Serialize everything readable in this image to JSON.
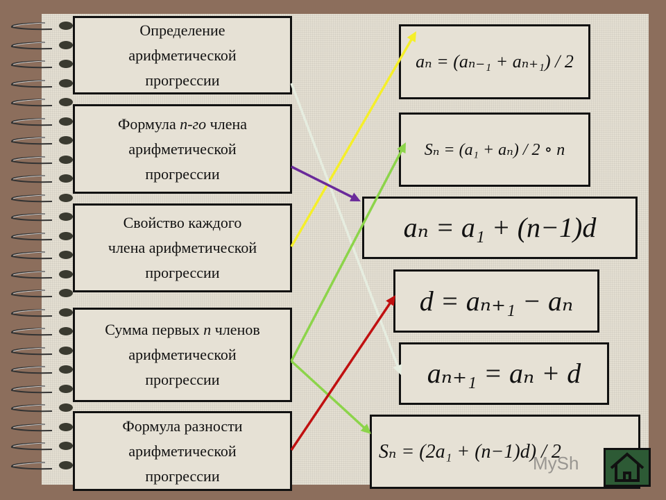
{
  "concepts": [
    {
      "lines": [
        "Определение",
        "арифметической",
        "прогрессии"
      ]
    },
    {
      "pre": "Формула ",
      "italic": "n-го",
      "post": " члена",
      "lines": [
        "арифметической",
        "прогрессии"
      ]
    },
    {
      "lines": [
        "Свойство каждого",
        "члена арифметической",
        "прогрессии"
      ]
    },
    {
      "pre": "Сумма первых ",
      "italic": "n",
      "post": " членов",
      "lines": [
        "арифметической",
        "прогрессии"
      ]
    },
    {
      "lines": [
        "Формула   разности",
        "арифметической",
        "прогрессии"
      ]
    }
  ],
  "formulas": {
    "f1": "aₙ = (aₙ₋₁ + aₙ₊₁) / 2",
    "f2": "Sₙ = (a₁ + aₙ) / 2 ∘ n",
    "f3": "aₙ = a₁ + (n−1)d",
    "f4": "d = aₙ₊₁ − aₙ",
    "f5": "aₙ₊₁ = aₙ + d",
    "f6": "Sₙ = (2a₁ + (n−1)d) / 2"
  },
  "arrow_colors": {
    "yellow": "#f5ef2a",
    "white": "#e6ede0",
    "purple": "#6a2a9a",
    "green": "#8cd44a",
    "red": "#c01010"
  },
  "watermark": "MySh",
  "home_icon": "home-icon"
}
